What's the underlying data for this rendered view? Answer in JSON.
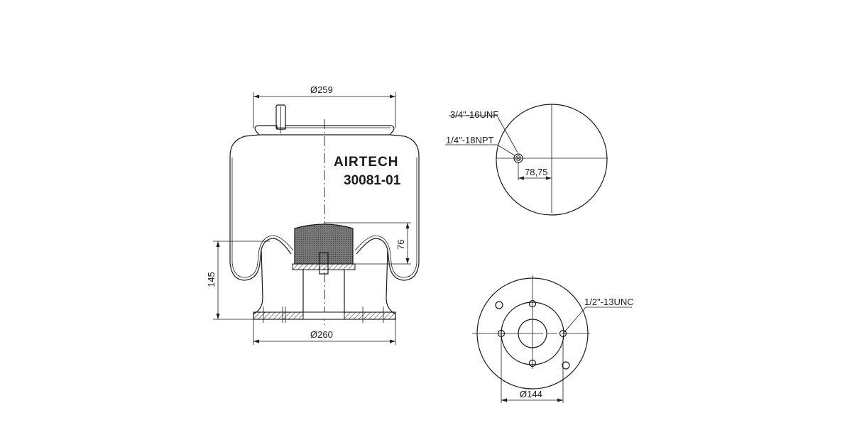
{
  "brand": "AIRTECH",
  "part_number": "30081-01",
  "side_view": {
    "top_diameter": "Ø259",
    "bottom_diameter": "Ø260",
    "height_145": "145",
    "piston_height": "76"
  },
  "top_view": {
    "fitting_thread": "3/4\"-16UNF",
    "air_port": "1/4\"-18NPT",
    "offset": "78,75"
  },
  "bottom_view": {
    "bolt_thread": "1/2\"-13UNC",
    "bolt_circle": "Ø144"
  },
  "colors": {
    "line": "#1a1a1a",
    "piston_fill": "#6a6a6a"
  }
}
